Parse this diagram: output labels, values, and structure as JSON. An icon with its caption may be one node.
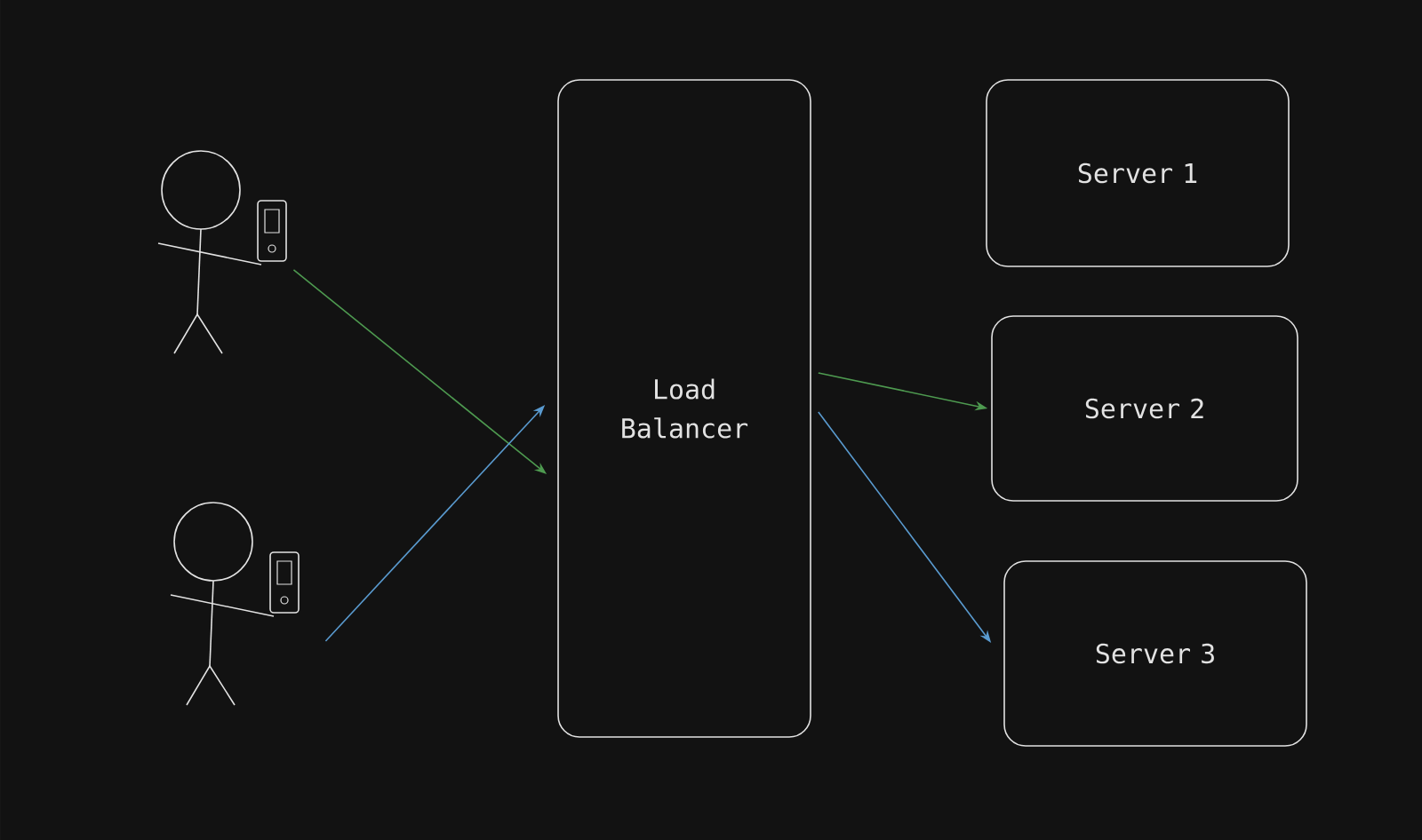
{
  "diagram": {
    "nodes": [
      {
        "text": [],
        "shape": "person"
      },
      {
        "text": [],
        "shape": "person"
      },
      {
        "text": [
          "Load Balancer"
        ]
      },
      {
        "text": [
          "Server 1"
        ]
      },
      {
        "text": [
          "Server 2"
        ]
      },
      {
        "text": [
          "Server 3"
        ]
      }
    ],
    "edges": [
      {
        "from": 0,
        "to": 2,
        "arrow": "to",
        "color": "#4e9a50"
      },
      {
        "from": 1,
        "to": 2,
        "arrow": "to",
        "color": "#5a9bd0"
      },
      {
        "from": 2,
        "to": 4,
        "arrow": "to",
        "color": "#4e9a50"
      },
      {
        "from": 2,
        "to": 5,
        "arrow": "to",
        "color": "#5a9bd0"
      }
    ]
  }
}
